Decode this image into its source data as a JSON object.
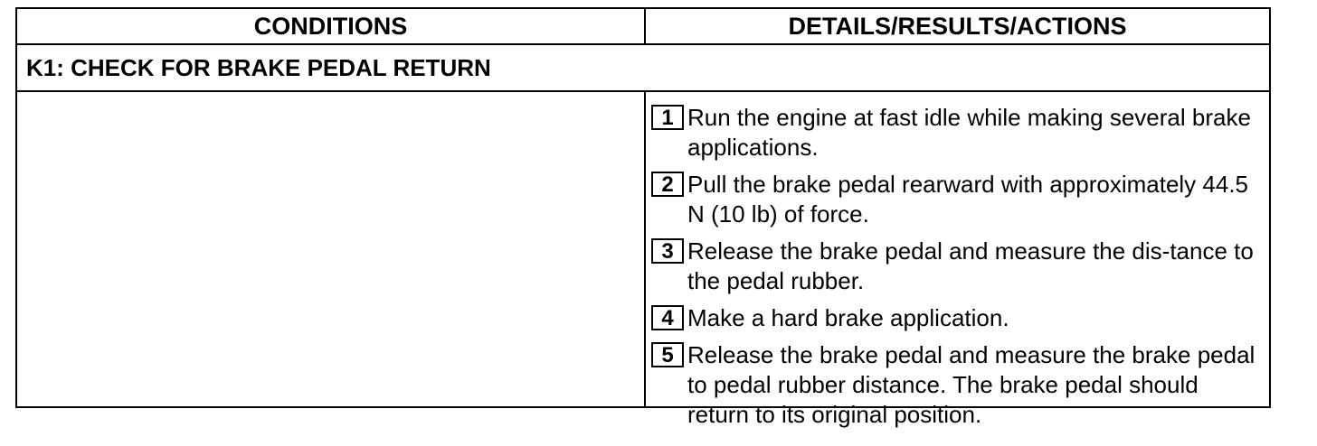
{
  "table": {
    "header": {
      "conditions": "CONDITIONS",
      "details": "DETAILS/RESULTS/ACTIONS"
    },
    "section_title": "K1: CHECK FOR BRAKE PEDAL RETURN",
    "conditions_text": "",
    "steps": [
      {
        "num": "1",
        "text": "Run the engine at fast idle while making several brake applications."
      },
      {
        "num": "2",
        "text": "Pull the brake pedal rearward with approximately 44.5 N (10 lb) of force."
      },
      {
        "num": "3",
        "text": "Release the brake pedal and measure the dis-tance to the pedal rubber."
      },
      {
        "num": "4",
        "text": "Make a hard brake application."
      },
      {
        "num": "5",
        "text": "Release the brake pedal and measure the brake pedal to pedal rubber distance. The brake pedal should return to its original position."
      }
    ]
  }
}
